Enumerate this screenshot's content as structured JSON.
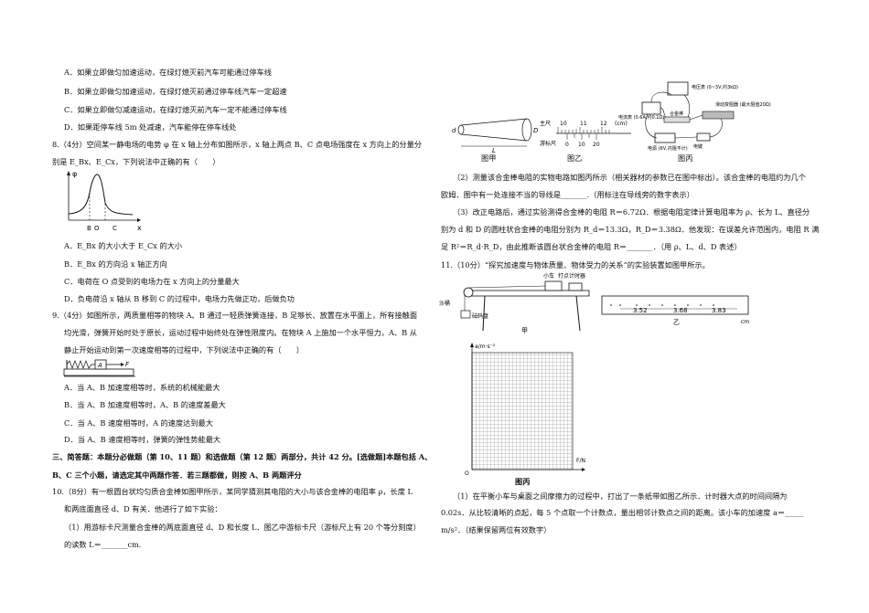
{
  "left": {
    "q7_options": [
      "A．如果立即做匀加速运动，在绿灯熄灭前汽车可能通过停车线",
      "B．如果立即做匀加速运动，在绿灯熄灭前通过停车线汽车一定超速",
      "C．如果立即做匀减速运动，在绿灯熄灭前汽车一定不能通过停车线",
      "D．如果距停车线 5m 处减速，汽车能停在停车线处"
    ],
    "q8_stem": [
      "8.（4分）空间某一静电场的电势 φ 在 x 轴上分布如图所示，x 轴上两点 B、C 点电场强度在 x 方向上的分量分",
      "别是 E_Bx、E_Cx，下列说法中正确的有（　　）"
    ],
    "q8_graph": {
      "y_label": "φ",
      "x_label": "x",
      "ticks": [
        "B",
        "O",
        "C"
      ]
    },
    "q8_options": [
      "A．E_Bx 的大小大于 E_Cx 的大小",
      "B．E_Bx 的方向沿 x 轴正方向",
      "C．电荷在 O 点受到的电场力在 x 方向上的分量最大",
      "D．负电荷沿 x 轴从 B 移到 C 的过程中，电场力先做正功，后做负功"
    ],
    "q9_stem": [
      "9.（4分）如图所示，两质量相等的物块 A、B 通过一轻质弹簧连接，B 足够长、放置在水平面上，所有接触面",
      "均光滑，弹簧开始时处于原长，运动过程中始终处在弹性限度内。在物块 A 上施加一个水平恒力，A、B 从",
      "静止开始运动到第一次速度相等的过程中，下列说法中正确的有（　　）"
    ],
    "q9_figure": {
      "block_label": "A",
      "force_label": "F"
    },
    "q9_options": [
      "A．当 A、B 加速度相等时，系统的机械能最大",
      "B．当 A、B 加速度相等时，A、B 的速度差最大",
      "C．当 A、B 速度相等时，A 的速度达到最大",
      "D．当 A、B 速度相等时，弹簧的弹性势能最大"
    ],
    "section3": [
      "三、简答题：本题分必做题（第 10、11 题）和选做题（第 12 题）两部分，共计 42 分。[选做题]本题包括 A、",
      "B、C 三个小题，请选定其中两题作答．若三题都做，则按 A、B 两题评分"
    ],
    "q10_stem": [
      "10.（8分）有一根圆台状均匀质合金棒如图甲所示，某同学猜测其电阻的大小与该合金棒的电阻率 ρ，长度 L",
      "和两底面直径 d、D 有关．他进行了如下实验："
    ],
    "q10_part1": [
      "（1）用游标卡尺测量合金棒的两底面直径 d、D 和长度 L．图乙中游标卡尺（游标尺上有 20 个等分刻度）",
      "的读数 L＝_______cm."
    ]
  },
  "right": {
    "fig_captions": [
      "图甲",
      "图乙",
      "图丙"
    ],
    "vernier": {
      "main_unit": "主尺",
      "vernier_label": "游标尺",
      "main_ticks": [
        "10",
        "11",
        "12",
        "(cm)"
      ],
      "vernier_ticks": [
        "0",
        "10",
        "20"
      ],
      "d_label": "d",
      "D_label": "D",
      "L_label": "L"
    },
    "circuit_labels": [
      "电压表 (0~3V,约3kΩ)",
      "电流表 (0.6A,约0.1Ω)",
      "合金棒",
      "滑动变阻器 (最大阻值20Ω)",
      "电源 (6V,内阻不计)",
      "电键"
    ],
    "q10_part2": [
      "（2）测量该合金棒电阻的实物电路如图丙所示（相关器材的参数已在图中标出）。该合金棒的电阻约为几个",
      "欧姆．图中有一处连接不当的导线是_______.（用标注在导线旁的数字表示）"
    ],
    "q10_part3": [
      "（3）改正电路后，通过实验测得合金棒的电阻 R＝6.72Ω．根据电阻定律计算电阻率为 ρ、长为 L、直径分",
      "别为 d 和 D 的圆柱状合金棒的电阻分别为 R_d＝13.3Ω，R_D＝3.38Ω．他发现：在误差允许范围内，电阻 R 满",
      "足 R²＝R_d·R_D，由此推断该圆台状合金棒的电阻 R＝_______．（用 ρ、L、d、D 表述）"
    ],
    "q11_stem": "11.（10分）“探究加速度与物体质量、物体受力的关系”的实验装置如图甲所示。",
    "q11_fig": {
      "cart_label": "小车",
      "timer_label": "打点计时器",
      "pan_label": "沙桶",
      "hook_label": "砝码盘",
      "jia": "甲",
      "yi": "乙",
      "tape_values": [
        "3.52",
        "3.68",
        "3.83"
      ],
      "unit": "cm"
    },
    "grid_fig": {
      "y_label": "a/m·s⁻²",
      "x_label": "F/N",
      "origin": "O",
      "caption": "图丙"
    },
    "q11_part1": [
      "（1）在平衡小车与桌面之间摩擦力的过程中，打出了一条纸带如图乙所示．计时器大点的时间间隔为",
      "0.02s．从比较清晰的点起，每 5 个点取一个计数点，量出相邻计数点之间的距离。该小车的加速度 a＝_____",
      "m/s²．（结果保留两位有效数字）"
    ]
  }
}
